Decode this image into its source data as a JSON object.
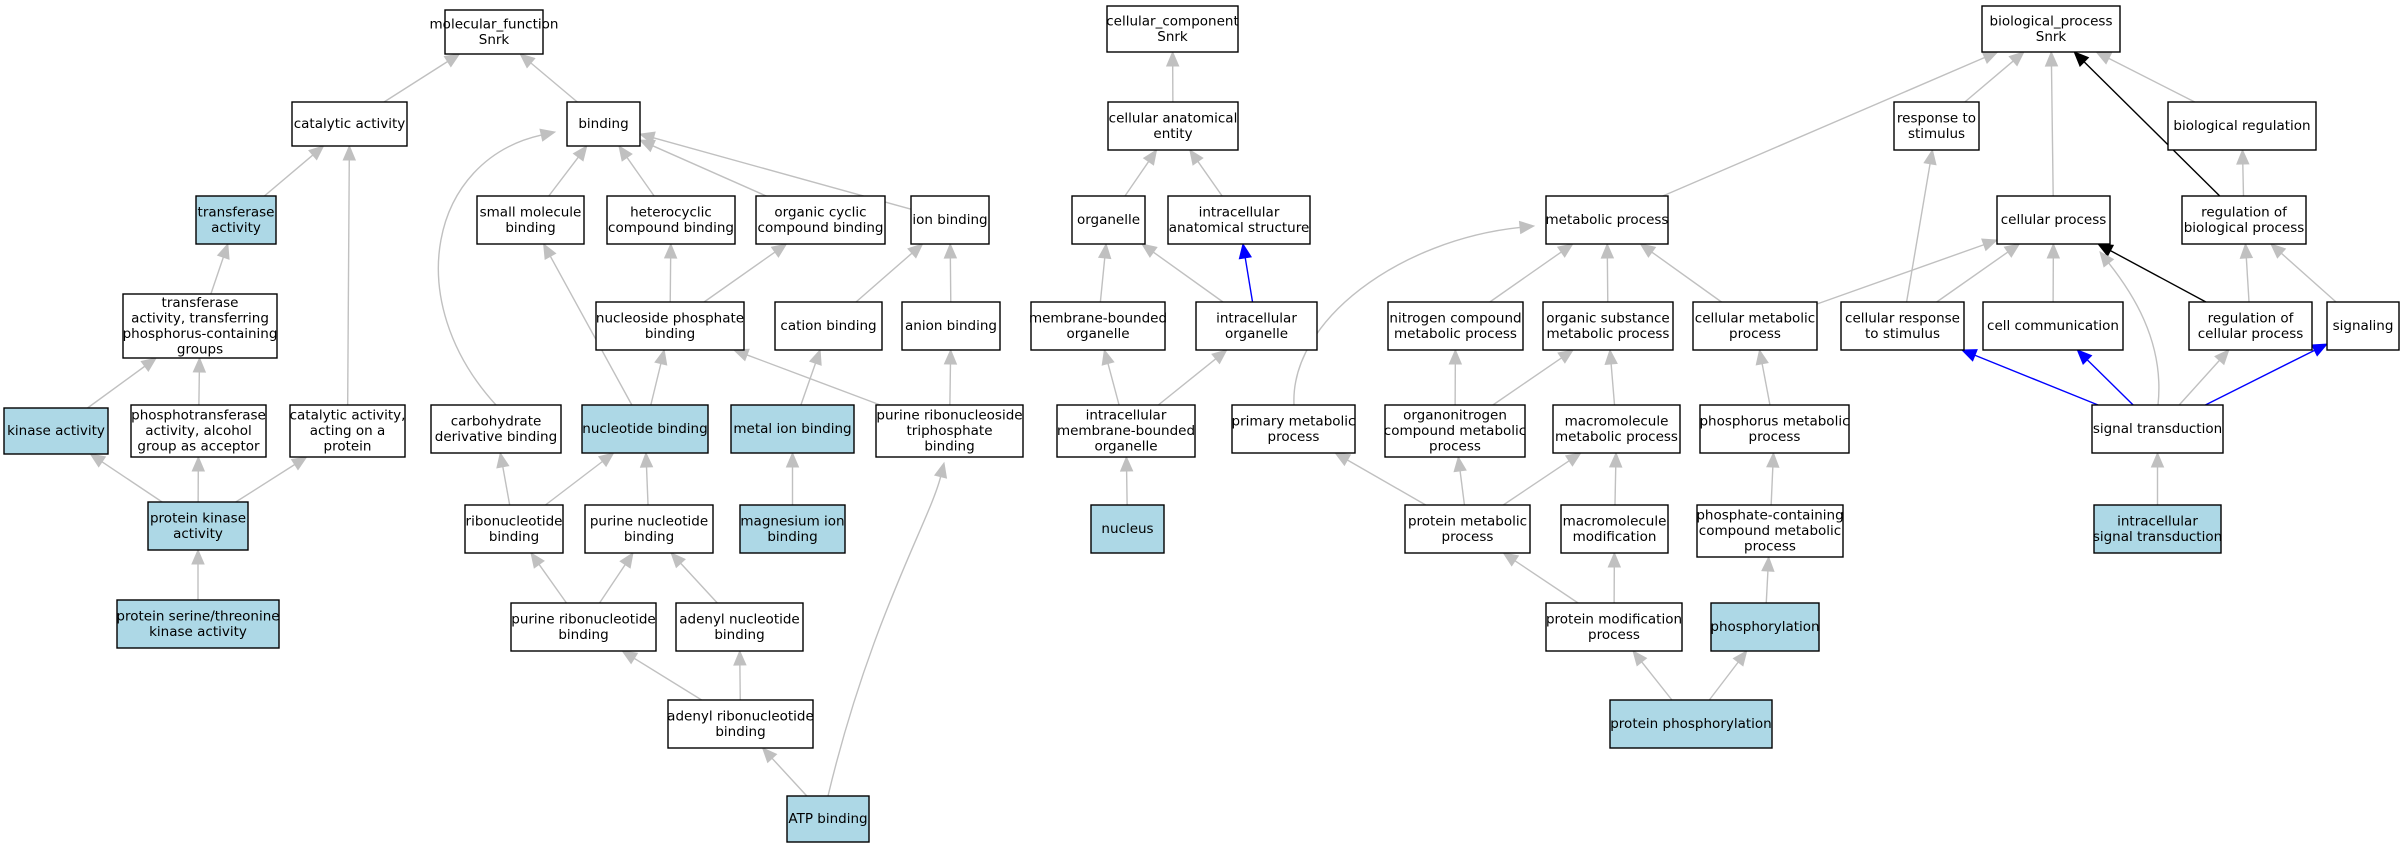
{
  "colors": {
    "node_fill": "#ffffff",
    "highlight_fill": "#add8e6",
    "edge_default": "#c0c0c0",
    "edge_black": "#000000",
    "edge_blue": "#0000ff"
  },
  "nodes": [
    {
      "id": "mf_root",
      "lines": [
        "molecular_function",
        "Snrk"
      ],
      "hl": false
    },
    {
      "id": "catalytic_activity",
      "lines": [
        "catalytic activity"
      ],
      "hl": false
    },
    {
      "id": "binding",
      "lines": [
        "binding"
      ],
      "hl": false
    },
    {
      "id": "transferase_activity",
      "lines": [
        "transferase",
        "activity"
      ],
      "hl": true
    },
    {
      "id": "transferase_phos",
      "lines": [
        "transferase",
        "activity, transferring",
        "phosphorus-containing",
        "groups"
      ],
      "hl": false
    },
    {
      "id": "kinase_activity",
      "lines": [
        "kinase activity"
      ],
      "hl": true
    },
    {
      "id": "phosphotransferase",
      "lines": [
        "phosphotransferase",
        "activity, alcohol",
        "group as acceptor"
      ],
      "hl": false
    },
    {
      "id": "catalytic_on_protein",
      "lines": [
        "catalytic activity,",
        "acting on a",
        "protein"
      ],
      "hl": false
    },
    {
      "id": "protein_kinase",
      "lines": [
        "protein kinase",
        "activity"
      ],
      "hl": true
    },
    {
      "id": "ser_thr_kinase",
      "lines": [
        "protein serine/threonine",
        "kinase activity"
      ],
      "hl": true
    },
    {
      "id": "small_molecule_binding",
      "lines": [
        "small molecule",
        "binding"
      ],
      "hl": false
    },
    {
      "id": "heterocyclic_binding",
      "lines": [
        "heterocyclic",
        "compound binding"
      ],
      "hl": false
    },
    {
      "id": "organic_cyclic_binding",
      "lines": [
        "organic cyclic",
        "compound binding"
      ],
      "hl": false
    },
    {
      "id": "ion_binding",
      "lines": [
        "ion binding"
      ],
      "hl": false
    },
    {
      "id": "nucleoside_phosphate_binding",
      "lines": [
        "nucleoside phosphate",
        "binding"
      ],
      "hl": false
    },
    {
      "id": "cation_binding",
      "lines": [
        "cation binding"
      ],
      "hl": false
    },
    {
      "id": "anion_binding",
      "lines": [
        "anion binding"
      ],
      "hl": false
    },
    {
      "id": "carbohydrate_derivative_binding",
      "lines": [
        "carbohydrate",
        "derivative binding"
      ],
      "hl": false
    },
    {
      "id": "nucleotide_binding",
      "lines": [
        "nucleotide binding"
      ],
      "hl": true
    },
    {
      "id": "metal_ion_binding",
      "lines": [
        "metal ion binding"
      ],
      "hl": true
    },
    {
      "id": "purine_ribonucleoside_tp_binding",
      "lines": [
        "purine ribonucleoside",
        "triphosphate",
        "binding"
      ],
      "hl": false
    },
    {
      "id": "ribonucleotide_binding",
      "lines": [
        "ribonucleotide",
        "binding"
      ],
      "hl": false
    },
    {
      "id": "purine_nucleotide_binding",
      "lines": [
        "purine nucleotide",
        "binding"
      ],
      "hl": false
    },
    {
      "id": "magnesium_ion_binding",
      "lines": [
        "magnesium ion",
        "binding"
      ],
      "hl": true
    },
    {
      "id": "purine_ribonucleotide_binding",
      "lines": [
        "purine ribonucleotide",
        "binding"
      ],
      "hl": false
    },
    {
      "id": "adenyl_nucleotide_binding",
      "lines": [
        "adenyl nucleotide",
        "binding"
      ],
      "hl": false
    },
    {
      "id": "adenyl_ribonucleotide_binding",
      "lines": [
        "adenyl ribonucleotide",
        "binding"
      ],
      "hl": false
    },
    {
      "id": "atp_binding",
      "lines": [
        "ATP binding"
      ],
      "hl": true
    },
    {
      "id": "cc_root",
      "lines": [
        "cellular_component",
        "Snrk"
      ],
      "hl": false
    },
    {
      "id": "cellular_anatomical_entity",
      "lines": [
        "cellular anatomical",
        "entity"
      ],
      "hl": false
    },
    {
      "id": "organelle",
      "lines": [
        "organelle"
      ],
      "hl": false
    },
    {
      "id": "intracellular_anatomical_structure",
      "lines": [
        "intracellular",
        "anatomical structure"
      ],
      "hl": false
    },
    {
      "id": "membrane_bounded_organelle",
      "lines": [
        "membrane-bounded",
        "organelle"
      ],
      "hl": false
    },
    {
      "id": "intracellular_organelle",
      "lines": [
        "intracellular",
        "organelle"
      ],
      "hl": false
    },
    {
      "id": "intracellular_mb_organelle",
      "lines": [
        "intracellular",
        "membrane-bounded",
        "organelle"
      ],
      "hl": false
    },
    {
      "id": "nucleus",
      "lines": [
        "nucleus"
      ],
      "hl": true
    },
    {
      "id": "bp_root",
      "lines": [
        "biological_process",
        "Snrk"
      ],
      "hl": false
    },
    {
      "id": "response_to_stimulus",
      "lines": [
        "response to",
        "stimulus"
      ],
      "hl": false
    },
    {
      "id": "biological_regulation",
      "lines": [
        "biological regulation"
      ],
      "hl": false
    },
    {
      "id": "metabolic_process",
      "lines": [
        "metabolic process"
      ],
      "hl": false
    },
    {
      "id": "cellular_process",
      "lines": [
        "cellular process"
      ],
      "hl": false
    },
    {
      "id": "regulation_biological_process",
      "lines": [
        "regulation of",
        "biological process"
      ],
      "hl": false
    },
    {
      "id": "nitrogen_compound_mp",
      "lines": [
        "nitrogen compound",
        "metabolic process"
      ],
      "hl": false
    },
    {
      "id": "organic_substance_mp",
      "lines": [
        "organic substance",
        "metabolic process"
      ],
      "hl": false
    },
    {
      "id": "cellular_metabolic_process",
      "lines": [
        "cellular metabolic",
        "process"
      ],
      "hl": false
    },
    {
      "id": "cellular_response_to_stimulus",
      "lines": [
        "cellular response",
        "to stimulus"
      ],
      "hl": false
    },
    {
      "id": "cell_communication",
      "lines": [
        "cell communication"
      ],
      "hl": false
    },
    {
      "id": "regulation_cellular_process",
      "lines": [
        "regulation of",
        "cellular process"
      ],
      "hl": false
    },
    {
      "id": "signaling",
      "lines": [
        "signaling"
      ],
      "hl": false
    },
    {
      "id": "primary_metabolic_process",
      "lines": [
        "primary metabolic",
        "process"
      ],
      "hl": false
    },
    {
      "id": "organonitrogen_cmp",
      "lines": [
        "organonitrogen",
        "compound metabolic",
        "process"
      ],
      "hl": false
    },
    {
      "id": "macromolecule_mp",
      "lines": [
        "macromolecule",
        "metabolic process"
      ],
      "hl": false
    },
    {
      "id": "phosphorus_metabolic_process",
      "lines": [
        "phosphorus metabolic",
        "process"
      ],
      "hl": false
    },
    {
      "id": "signal_transduction",
      "lines": [
        "signal transduction"
      ],
      "hl": false
    },
    {
      "id": "protein_metabolic_process",
      "lines": [
        "protein metabolic",
        "process"
      ],
      "hl": false
    },
    {
      "id": "macromolecule_modification",
      "lines": [
        "macromolecule",
        "modification"
      ],
      "hl": false
    },
    {
      "id": "phosphate_containing_cmp",
      "lines": [
        "phosphate-containing",
        "compound metabolic",
        "process"
      ],
      "hl": false
    },
    {
      "id": "intracellular_signal_transduction",
      "lines": [
        "intracellular",
        "signal transduction"
      ],
      "hl": true
    },
    {
      "id": "protein_modification_process",
      "lines": [
        "protein modification",
        "process"
      ],
      "hl": false
    },
    {
      "id": "phosphorylation",
      "lines": [
        "phosphorylation"
      ],
      "hl": true
    },
    {
      "id": "protein_phosphorylation",
      "lines": [
        "protein phosphorylation"
      ],
      "hl": true
    }
  ],
  "edges": [
    {
      "from": "catalytic_activity",
      "to": "mf_root",
      "color": "gray"
    },
    {
      "from": "binding",
      "to": "mf_root",
      "color": "gray"
    },
    {
      "from": "transferase_activity",
      "to": "catalytic_activity",
      "color": "gray"
    },
    {
      "from": "catalytic_on_protein",
      "to": "catalytic_activity",
      "color": "gray"
    },
    {
      "from": "transferase_phos",
      "to": "transferase_activity",
      "color": "gray"
    },
    {
      "from": "kinase_activity",
      "to": "transferase_phos",
      "color": "gray"
    },
    {
      "from": "phosphotransferase",
      "to": "transferase_phos",
      "color": "gray"
    },
    {
      "from": "protein_kinase",
      "to": "kinase_activity",
      "color": "gray"
    },
    {
      "from": "protein_kinase",
      "to": "phosphotransferase",
      "color": "gray"
    },
    {
      "from": "protein_kinase",
      "to": "catalytic_on_protein",
      "color": "gray"
    },
    {
      "from": "ser_thr_kinase",
      "to": "protein_kinase",
      "color": "gray"
    },
    {
      "from": "small_molecule_binding",
      "to": "binding",
      "color": "gray"
    },
    {
      "from": "heterocyclic_binding",
      "to": "binding",
      "color": "gray"
    },
    {
      "from": "organic_cyclic_binding",
      "to": "binding",
      "color": "gray"
    },
    {
      "from": "ion_binding",
      "to": "binding",
      "color": "gray"
    },
    {
      "from": "carbohydrate_derivative_binding",
      "to": "binding",
      "color": "gray"
    },
    {
      "from": "nucleoside_phosphate_binding",
      "to": "heterocyclic_binding",
      "color": "gray"
    },
    {
      "from": "nucleoside_phosphate_binding",
      "to": "organic_cyclic_binding",
      "color": "gray"
    },
    {
      "from": "cation_binding",
      "to": "ion_binding",
      "color": "gray"
    },
    {
      "from": "anion_binding",
      "to": "ion_binding",
      "color": "gray"
    },
    {
      "from": "nucleotide_binding",
      "to": "small_molecule_binding",
      "color": "gray"
    },
    {
      "from": "nucleotide_binding",
      "to": "nucleoside_phosphate_binding",
      "color": "gray"
    },
    {
      "from": "metal_ion_binding",
      "to": "cation_binding",
      "color": "gray"
    },
    {
      "from": "purine_ribonucleoside_tp_binding",
      "to": "anion_binding",
      "color": "gray"
    },
    {
      "from": "purine_ribonucleoside_tp_binding",
      "to": "nucleoside_phosphate_binding",
      "color": "gray"
    },
    {
      "from": "ribonucleotide_binding",
      "to": "carbohydrate_derivative_binding",
      "color": "gray"
    },
    {
      "from": "ribonucleotide_binding",
      "to": "nucleotide_binding",
      "color": "gray"
    },
    {
      "from": "purine_nucleotide_binding",
      "to": "nucleotide_binding",
      "color": "gray"
    },
    {
      "from": "magnesium_ion_binding",
      "to": "metal_ion_binding",
      "color": "gray"
    },
    {
      "from": "purine_ribonucleotide_binding",
      "to": "ribonucleotide_binding",
      "color": "gray"
    },
    {
      "from": "purine_ribonucleotide_binding",
      "to": "purine_nucleotide_binding",
      "color": "gray"
    },
    {
      "from": "adenyl_nucleotide_binding",
      "to": "purine_nucleotide_binding",
      "color": "gray"
    },
    {
      "from": "adenyl_ribonucleotide_binding",
      "to": "purine_ribonucleotide_binding",
      "color": "gray"
    },
    {
      "from": "adenyl_ribonucleotide_binding",
      "to": "adenyl_nucleotide_binding",
      "color": "gray"
    },
    {
      "from": "atp_binding",
      "to": "adenyl_ribonucleotide_binding",
      "color": "gray"
    },
    {
      "from": "atp_binding",
      "to": "purine_ribonucleoside_tp_binding",
      "color": "gray"
    },
    {
      "from": "cellular_anatomical_entity",
      "to": "cc_root",
      "color": "gray"
    },
    {
      "from": "organelle",
      "to": "cellular_anatomical_entity",
      "color": "gray"
    },
    {
      "from": "intracellular_anatomical_structure",
      "to": "cellular_anatomical_entity",
      "color": "gray"
    },
    {
      "from": "membrane_bounded_organelle",
      "to": "organelle",
      "color": "gray"
    },
    {
      "from": "intracellular_organelle",
      "to": "organelle",
      "color": "gray"
    },
    {
      "from": "intracellular_organelle",
      "to": "intracellular_anatomical_structure",
      "color": "blue"
    },
    {
      "from": "intracellular_mb_organelle",
      "to": "membrane_bounded_organelle",
      "color": "gray"
    },
    {
      "from": "intracellular_mb_organelle",
      "to": "intracellular_organelle",
      "color": "gray"
    },
    {
      "from": "nucleus",
      "to": "intracellular_mb_organelle",
      "color": "gray"
    },
    {
      "from": "metabolic_process",
      "to": "bp_root",
      "color": "gray"
    },
    {
      "from": "response_to_stimulus",
      "to": "bp_root",
      "color": "gray"
    },
    {
      "from": "cellular_process",
      "to": "bp_root",
      "color": "gray"
    },
    {
      "from": "biological_regulation",
      "to": "bp_root",
      "color": "gray"
    },
    {
      "from": "regulation_biological_process",
      "to": "bp_root",
      "color": "black"
    },
    {
      "from": "regulation_biological_process",
      "to": "biological_regulation",
      "color": "gray"
    },
    {
      "from": "nitrogen_compound_mp",
      "to": "metabolic_process",
      "color": "gray"
    },
    {
      "from": "organic_substance_mp",
      "to": "metabolic_process",
      "color": "gray"
    },
    {
      "from": "cellular_metabolic_process",
      "to": "metabolic_process",
      "color": "gray"
    },
    {
      "from": "primary_metabolic_process",
      "to": "metabolic_process",
      "color": "gray"
    },
    {
      "from": "cellular_metabolic_process",
      "to": "cellular_process",
      "color": "gray"
    },
    {
      "from": "cellular_response_to_stimulus",
      "to": "cellular_process",
      "color": "gray"
    },
    {
      "from": "cellular_response_to_stimulus",
      "to": "response_to_stimulus",
      "color": "gray"
    },
    {
      "from": "cell_communication",
      "to": "cellular_process",
      "color": "gray"
    },
    {
      "from": "regulation_cellular_process",
      "to": "cellular_process",
      "color": "black"
    },
    {
      "from": "regulation_cellular_process",
      "to": "regulation_biological_process",
      "color": "gray"
    },
    {
      "from": "signaling",
      "to": "regulation_biological_process",
      "color": "gray"
    },
    {
      "from": "organonitrogen_cmp",
      "to": "nitrogen_compound_mp",
      "color": "gray"
    },
    {
      "from": "organonitrogen_cmp",
      "to": "organic_substance_mp",
      "color": "gray"
    },
    {
      "from": "macromolecule_mp",
      "to": "organic_substance_mp",
      "color": "gray"
    },
    {
      "from": "phosphorus_metabolic_process",
      "to": "cellular_metabolic_process",
      "color": "gray"
    },
    {
      "from": "signal_transduction",
      "to": "cellular_response_to_stimulus",
      "color": "blue"
    },
    {
      "from": "signal_transduction",
      "to": "cell_communication",
      "color": "blue"
    },
    {
      "from": "signal_transduction",
      "to": "signaling",
      "color": "blue"
    },
    {
      "from": "signal_transduction",
      "to": "regulation_cellular_process",
      "color": "gray"
    },
    {
      "from": "signal_transduction",
      "to": "cellular_process",
      "color": "gray"
    },
    {
      "from": "protein_metabolic_process",
      "to": "primary_metabolic_process",
      "color": "gray"
    },
    {
      "from": "protein_metabolic_process",
      "to": "organonitrogen_cmp",
      "color": "gray"
    },
    {
      "from": "protein_metabolic_process",
      "to": "macromolecule_mp",
      "color": "gray"
    },
    {
      "from": "macromolecule_modification",
      "to": "macromolecule_mp",
      "color": "gray"
    },
    {
      "from": "phosphate_containing_cmp",
      "to": "phosphorus_metabolic_process",
      "color": "gray"
    },
    {
      "from": "intracellular_signal_transduction",
      "to": "signal_transduction",
      "color": "gray"
    },
    {
      "from": "protein_modification_process",
      "to": "protein_metabolic_process",
      "color": "gray"
    },
    {
      "from": "protein_modification_process",
      "to": "macromolecule_modification",
      "color": "gray"
    },
    {
      "from": "phosphorylation",
      "to": "phosphate_containing_cmp",
      "color": "gray"
    },
    {
      "from": "protein_phosphorylation",
      "to": "protein_modification_process",
      "color": "gray"
    },
    {
      "from": "protein_phosphorylation",
      "to": "phosphorylation",
      "color": "gray"
    }
  ]
}
